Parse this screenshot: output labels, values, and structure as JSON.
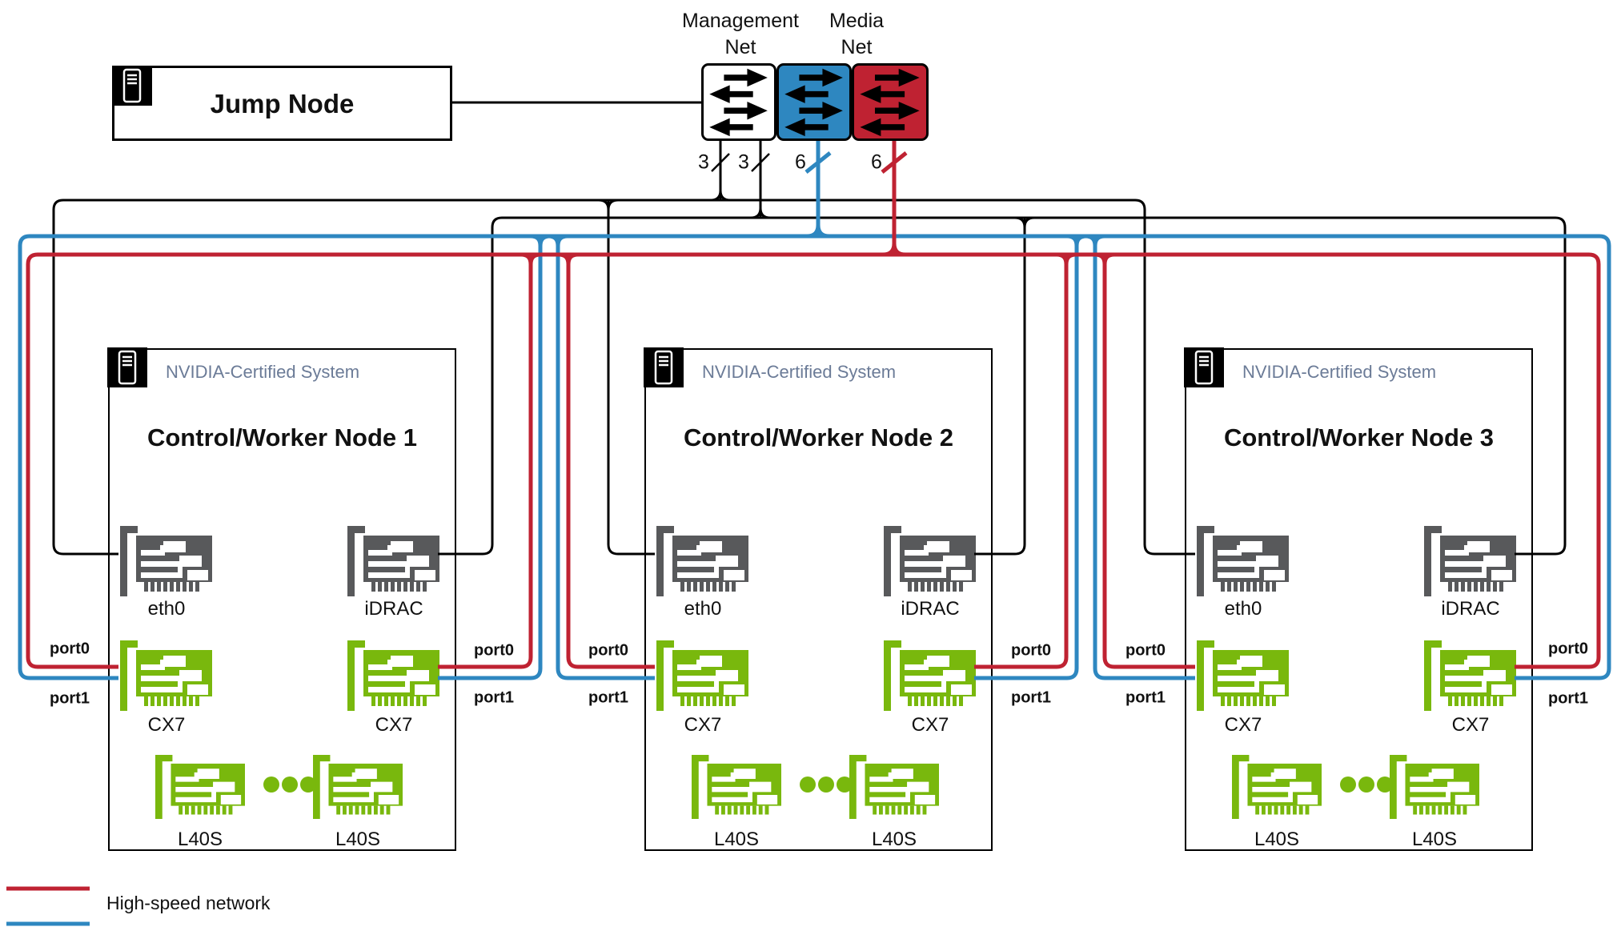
{
  "jump_node": {
    "label": "Jump Node"
  },
  "switch_labels": {
    "management": {
      "line1": "Management",
      "line2": "Net"
    },
    "media": {
      "line1": "Media",
      "line2": "Net"
    }
  },
  "link_counts": {
    "management": [
      "3",
      "3"
    ],
    "media": [
      "6",
      "6"
    ]
  },
  "ports": {
    "p0": "port0",
    "p1": "port1"
  },
  "nodes": [
    {
      "system": "NVIDIA-Certified System",
      "title": "Control/Worker Node 1",
      "nic_left": "eth0",
      "nic_right": "iDRAC",
      "hs_left": "CX7",
      "hs_right": "CX7",
      "gpu_left": "L40S",
      "gpu_right": "L40S"
    },
    {
      "system": "NVIDIA-Certified System",
      "title": "Control/Worker Node 2",
      "nic_left": "eth0",
      "nic_right": "iDRAC",
      "hs_left": "CX7",
      "hs_right": "CX7",
      "gpu_left": "L40S",
      "gpu_right": "L40S"
    },
    {
      "system": "NVIDIA-Certified System",
      "title": "Control/Worker Node 3",
      "nic_left": "eth0",
      "nic_right": "iDRAC",
      "hs_left": "CX7",
      "hs_right": "CX7",
      "gpu_left": "L40S",
      "gpu_right": "L40S"
    }
  ],
  "legend": {
    "high_speed": "High-speed network"
  },
  "colors": {
    "media_blue": "#2e87c0",
    "media_red": "#bf2232",
    "nvidia_green": "#79b80d",
    "card_gray": "#58595b",
    "system_label_slate": "#6b7b97"
  }
}
